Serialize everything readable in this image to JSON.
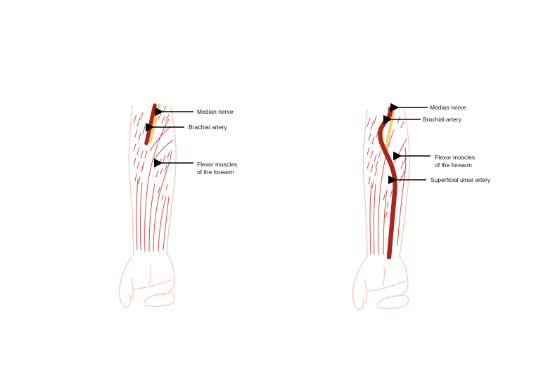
{
  "figure": {
    "type": "anatomical comparison diagram",
    "colors": {
      "skin_outline": "#f2cdb8",
      "muscle": "#d24a4e",
      "artery": "#a8261b",
      "nerve": "#f3d27a",
      "arrow": "#000000"
    }
  },
  "left_panel": {
    "labels": [
      {
        "text": "Median nerve"
      },
      {
        "text": "Brachial artery"
      },
      {
        "text": "Flexor muscles\nof the forearm"
      }
    ]
  },
  "right_panel": {
    "labels": [
      {
        "text": "Median nerve"
      },
      {
        "text": "Brachial artery"
      },
      {
        "text": "Flexor muscles\nof the forearm"
      },
      {
        "text": "Superficial ulnar artery"
      }
    ]
  }
}
